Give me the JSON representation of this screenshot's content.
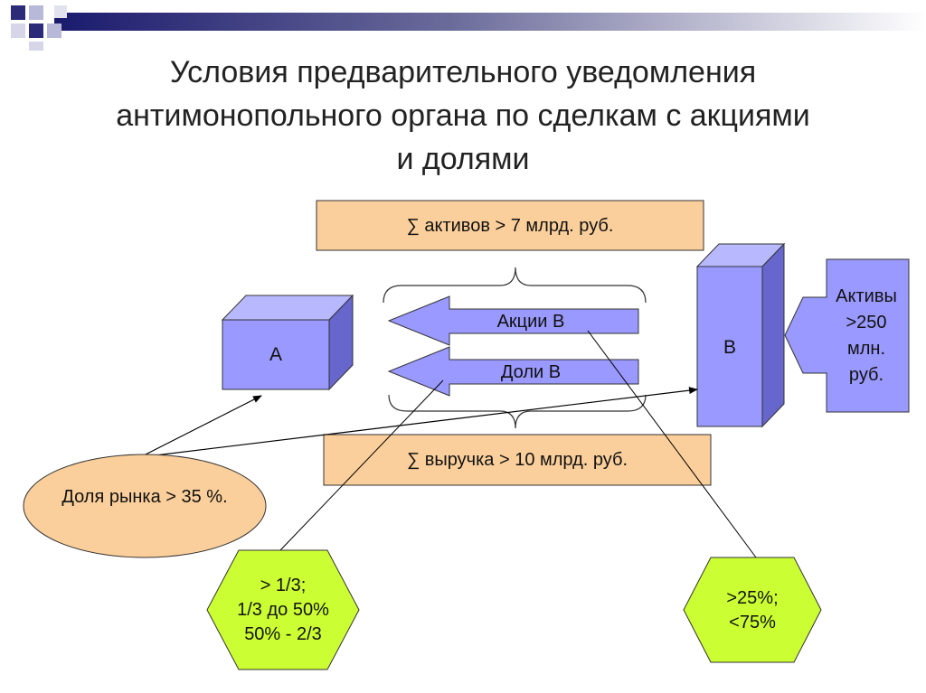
{
  "title": {
    "line1": "Условия предварительного уведомления",
    "line2": "антимонопольного органа по сделкам с акциями",
    "line3": "и долями"
  },
  "assets_condition": "∑ активов > 7 млрд. руб.",
  "revenue_condition": "∑ выручка > 10 млрд. руб.",
  "entity_a": "А",
  "entity_b": "В",
  "arrow_shares": "Акции В",
  "arrow_stakes": "Доли В",
  "b_assets": {
    "line1": "Активы",
    "line2": ">250",
    "line3": "млн.",
    "line4": "руб."
  },
  "market_share": "Доля рынка > 35 %.",
  "stake_thresholds": {
    "line1": "> 1/3;",
    "line2": "1/3 до 50%",
    "line3": "50% - 2/3"
  },
  "share_thresholds": {
    "line1": ">25%;",
    "line2": "<75%"
  },
  "colors": {
    "peach": "#FBCF9B",
    "cube_front": "#9999FF",
    "cube_top": "#B8B8FF",
    "cube_side": "#6666CC",
    "lime": "#CCFF33",
    "arrow_fill": "#9999FF"
  }
}
